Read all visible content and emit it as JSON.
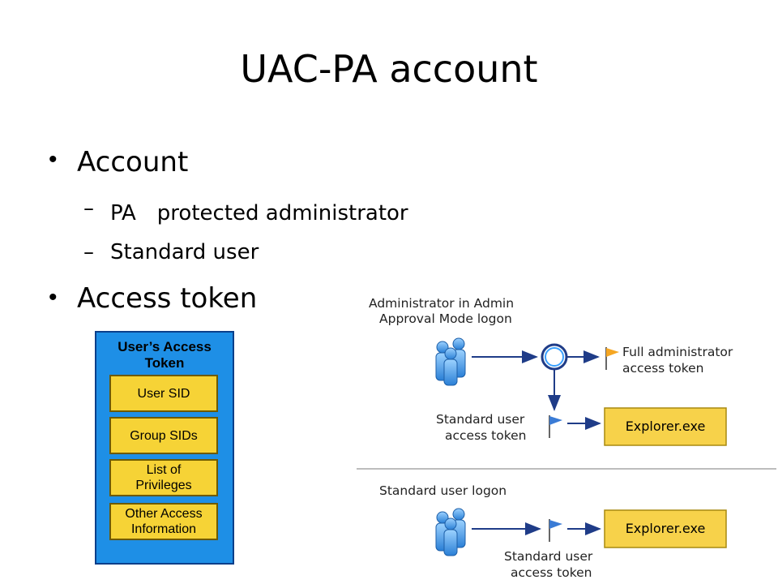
{
  "slide": {
    "title": "UAC-PA account",
    "bullets": [
      {
        "text": "Account",
        "sub": [
          "PA　protected administrator",
          "Standard user"
        ]
      },
      {
        "text": "Access token",
        "sub": []
      }
    ]
  },
  "token": {
    "title_line1": "User’s Access",
    "title_line2": "Token",
    "boxes": [
      {
        "line1": "User SID",
        "line2": ""
      },
      {
        "line1": "Group SIDs",
        "line2": ""
      },
      {
        "line1": "List of",
        "line2": "Privileges"
      },
      {
        "line1": "Other Access",
        "line2": "Information"
      }
    ]
  },
  "diagram": {
    "admin_heading_line1": "Administrator in Admin",
    "admin_heading_line2": "Approval Mode logon",
    "full_token_line1": "Full administrator",
    "full_token_line2": "access token",
    "std_token_line1": "Standard user",
    "std_token_line2": "access token",
    "explorer": "Explorer.exe",
    "std_heading": "Standard user logon",
    "std2_token_line1": "Standard user",
    "std2_token_line2": "access token",
    "explorer2": "Explorer.exe"
  },
  "colors": {
    "token_blue": "#1e8fe6",
    "box_yellow": "#f6d336",
    "exe_yellow": "#f7d24a",
    "flag_orange": "#f5a623",
    "flag_blue": "#3a7bd5",
    "arrow_navy": "#1f3c88"
  },
  "icons": [
    "users-icon",
    "circle-node-icon",
    "flag-icon",
    "arrow-icon"
  ]
}
